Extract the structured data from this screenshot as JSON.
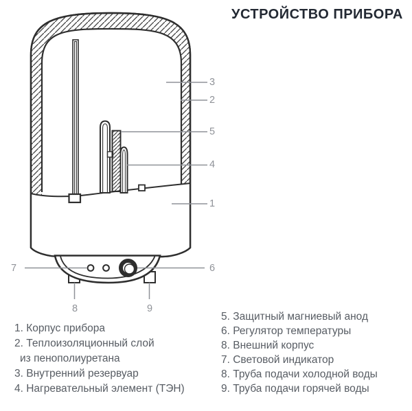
{
  "title": "УСТРОЙСТВО ПРИБОРА",
  "callouts": {
    "n1": "1",
    "n2": "2",
    "n3": "3",
    "n4": "4",
    "n5": "5",
    "n6": "6",
    "n7": "7",
    "n8": "8",
    "n9": "9"
  },
  "legend_left": {
    "lines": [
      "1. Корпус прибора",
      "2. Теплоизоляционный слой",
      "из пенополиуретана",
      "3. Внутренний резервуар",
      "4. Нагревательный элемент (ТЭН)"
    ]
  },
  "legend_right": {
    "lines": [
      "5. Защитный магниевый анод",
      "6. Регулятор температуры",
      "8. Внешний корпус",
      "7. Световой индикатор",
      "8. Труба подачи холодной воды",
      "9. Труба подачи горячей воды"
    ]
  },
  "colors": {
    "drawing_line": "#2e2e2e",
    "callout_gray": "#8f9298",
    "legend_text": "#575c63",
    "title_text": "#232933"
  }
}
